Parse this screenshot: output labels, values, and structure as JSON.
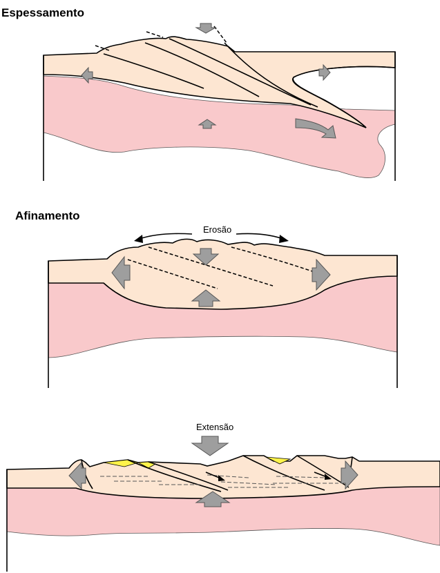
{
  "panels": [
    {
      "title": "Espessamento",
      "annotation": ""
    },
    {
      "title": "Afinamento",
      "annotation": "Erosão"
    },
    {
      "title": "",
      "annotation": "Extensão"
    }
  ],
  "colors": {
    "crust": "#fde6d2",
    "mantle": "#f9c9cb",
    "arrow": "#9e9e9e",
    "basin": "#fff34a"
  }
}
